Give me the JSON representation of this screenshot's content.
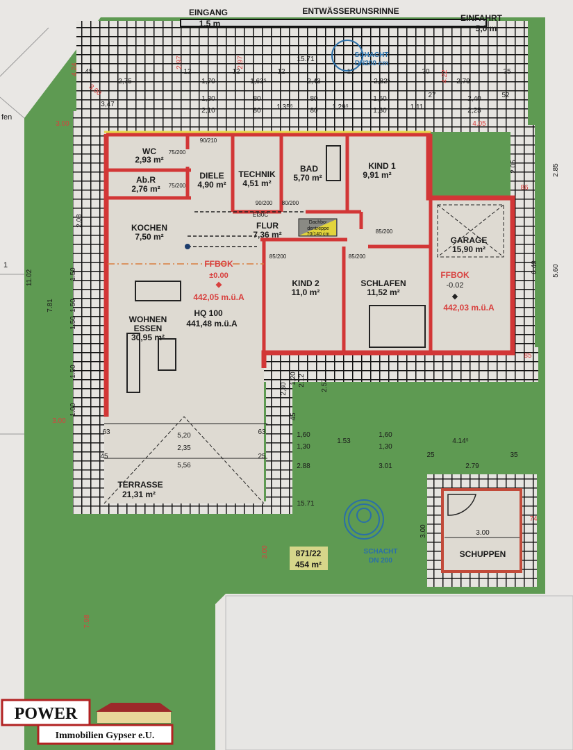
{
  "site": {
    "entrance_label": "EINGANG",
    "entrance_width": "1,5 m",
    "drain_label": "ENTWÄSSERUNSRINNE",
    "driveway_label": "EINFAHRT",
    "driveway_width": "5,0 m",
    "top_manhole_label": "SCHACHT",
    "top_manhole_size": "DN200 cm",
    "manhole_label": "SCHACHT",
    "manhole_size": "DN 200",
    "plot_number": "871/22",
    "plot_area": "454 m²",
    "left_edge_label": "fen",
    "left_edge_marker": "1"
  },
  "rooms": [
    {
      "name": "WC",
      "area": "2,93 m²"
    },
    {
      "name": "Ab.R",
      "area": "2,76 m²"
    },
    {
      "name": "DIELE",
      "area": "4,90 m²"
    },
    {
      "name": "TECHNIK",
      "area": "4,51 m²"
    },
    {
      "name": "BAD",
      "area": "5,70 m²"
    },
    {
      "name": "KIND 1",
      "area": "9,91 m²"
    },
    {
      "name": "KOCHEN",
      "area": "7,50 m²"
    },
    {
      "name": "FLUR",
      "area": "7,36 m²"
    },
    {
      "name": "GARAGE",
      "area": "15,90 m²"
    },
    {
      "name": "KIND 2",
      "area": "11,0 m²"
    },
    {
      "name": "SCHLAFEN",
      "area": "11,52 m²"
    },
    {
      "name": "WOHNEN",
      "name2": "ESSEN",
      "area": "30,95 m²"
    },
    {
      "name": "TERRASSE",
      "area": "21,31 m²"
    },
    {
      "name": "SCHUPPEN",
      "area": "3.00"
    }
  ],
  "attic_stair": {
    "line1": "Dachbo-",
    "line2": "dentreppe",
    "line3": "70/140 cm"
  },
  "levels": {
    "house": {
      "label": "FFBOK",
      "relative": "±0.00",
      "absolute": "442,05 m.ü.A"
    },
    "flood": {
      "label": "HQ 100",
      "absolute": "441,48 m.ü.A"
    },
    "garage": {
      "label": "FFBOK",
      "relative": "-0.02",
      "absolute": "442,03 m.ü.A"
    }
  },
  "doors": [
    "75/200",
    "75/200",
    "90/210",
    "90/200",
    "80/200",
    "85/200",
    "85/200",
    "85/200",
    "EI30C"
  ],
  "dimensions": [
    "2,75",
    "1,70",
    "1,63⁵",
    "2,43",
    "2,82⁵",
    "2,79",
    "15.71",
    "1,30",
    "80",
    "1,35⁵",
    "80",
    "1,29⁵",
    "1,60",
    "1,11",
    "2,40",
    "3,47",
    "2,10",
    "80",
    "80",
    "1,30",
    "2,25",
    "12",
    "12",
    "12",
    "12",
    "30",
    "35",
    "52",
    "27",
    "45",
    "11.02",
    "7.81",
    "2,08",
    "2.85",
    "5.60",
    "6.40",
    "2.05",
    "1,60",
    "1,30",
    "1.53",
    "1,60",
    "1,30",
    "4.14⁵",
    "2.88",
    "3.01",
    "2.79",
    "25",
    "35",
    "15.71",
    "3.00",
    "5,20",
    "2,35",
    "5,56",
    "45",
    "63",
    "63",
    "25",
    "2.57",
    "2.12",
    "2,30",
    "1,20",
    "45",
    "1.50",
    "1.50",
    "1.50",
    "1.50",
    "1.00"
  ],
  "red_dimensions": [
    "3.00",
    "3.00",
    "3.00",
    "7.98",
    "4.05",
    "2.97",
    "2.97",
    "4.24",
    "4.22",
    "3.00",
    "86",
    "85",
    "74"
  ],
  "logo": {
    "brand": "POWER",
    "company": "Immobilien Gypser e.U."
  },
  "colors": {
    "lawn": "#5e9a52",
    "wall": "#d23636",
    "paving": "#111111",
    "floor": "#dedad2"
  }
}
